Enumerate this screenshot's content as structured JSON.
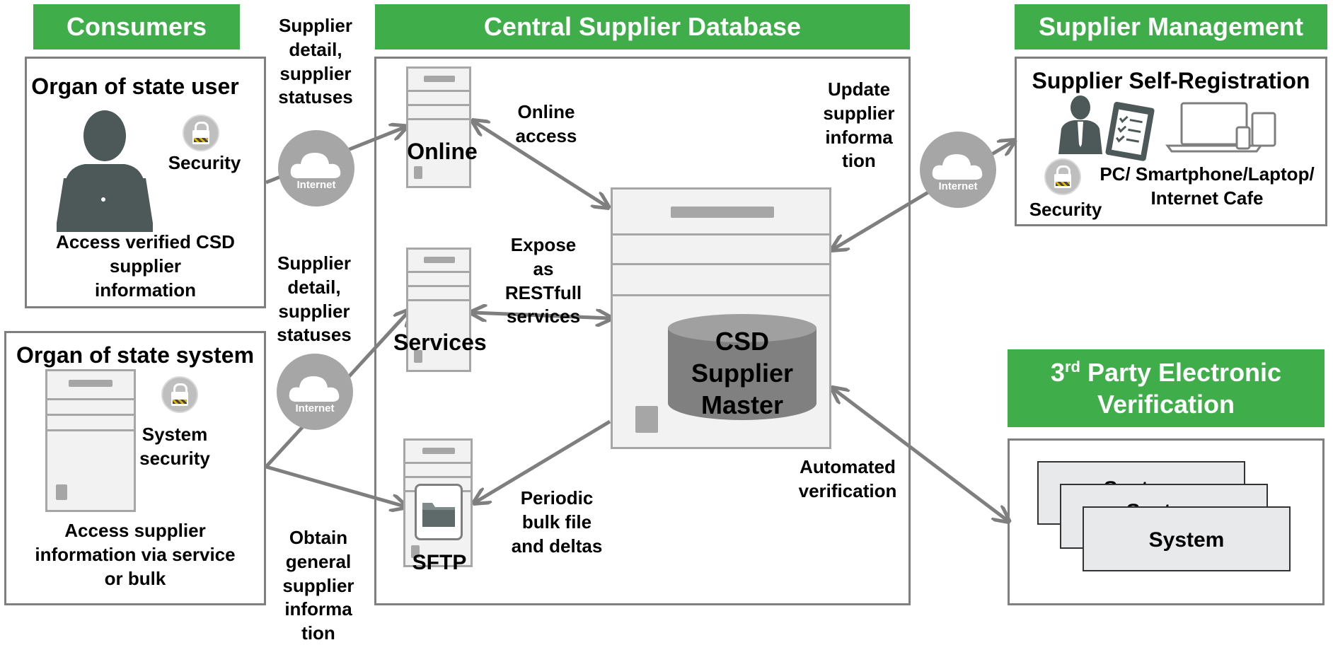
{
  "headers": {
    "consumers": "Consumers",
    "central": "Central Supplier Database",
    "supplier_mgmt": "Supplier Management",
    "third_party_line1_prefix": "3",
    "third_party_line1_sup": "rd",
    "third_party_line1_rest": " Party Electronic",
    "third_party_line2": "Verification"
  },
  "consumers": {
    "organ_user_title": "Organ of state user",
    "security": "Security",
    "access_verified": [
      "Access verified CSD",
      "supplier",
      "information"
    ],
    "organ_system_title": "Organ of state system",
    "system_security": [
      "System",
      "security"
    ],
    "access_supplier": [
      "Access supplier",
      "information via service",
      "or bulk"
    ]
  },
  "flows": {
    "supplier_detail_top": [
      "Supplier",
      "detail,",
      "supplier",
      "statuses"
    ],
    "supplier_detail_mid": [
      "Supplier",
      "detail,",
      "supplier",
      "statuses"
    ],
    "obtain_general": [
      "Obtain",
      "general",
      "supplier",
      "informa",
      "tion"
    ],
    "internet": "Internet"
  },
  "central": {
    "online": "Online",
    "services": "Services",
    "sftp": "SFTP",
    "online_access": [
      "Online",
      "access"
    ],
    "expose": [
      "Expose",
      "as",
      "RESTfull",
      "services"
    ],
    "periodic": [
      "Periodic",
      "bulk file",
      "and deltas"
    ],
    "update_supplier": [
      "Update",
      "supplier",
      "informa",
      "tion"
    ],
    "automated": [
      "Automated",
      "verification"
    ],
    "csd_master": [
      "CSD",
      "Supplier",
      "Master"
    ]
  },
  "supplier_mgmt": {
    "self_registration": "Supplier Self-Registration",
    "devices": [
      "PC/ Smartphone/Laptop/",
      "Internet Cafe"
    ],
    "security": "Security"
  },
  "third_party": {
    "system_back": "System",
    "system_mid": "System",
    "system_front": "System"
  }
}
